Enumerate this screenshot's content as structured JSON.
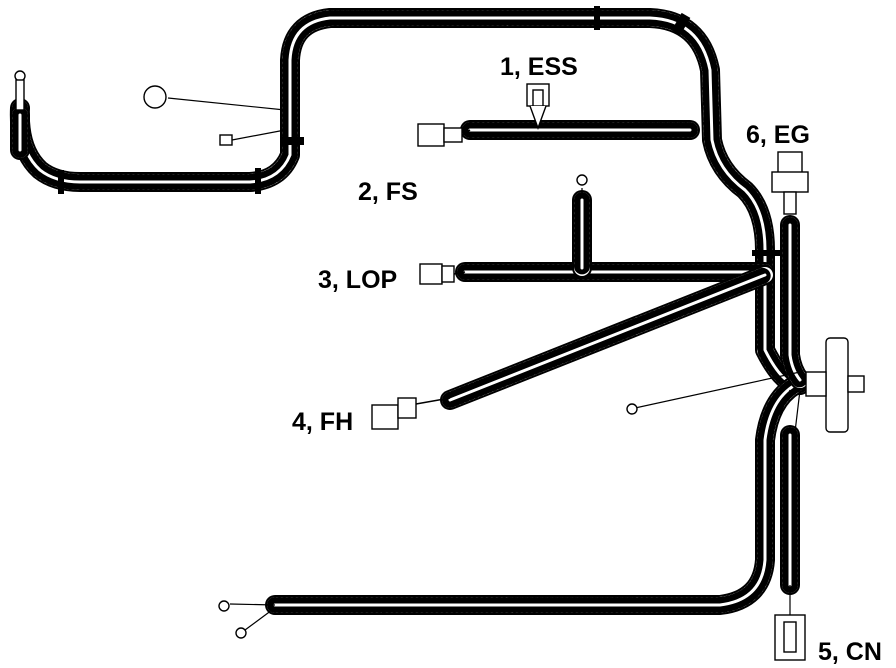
{
  "labels": {
    "ess": "1, ESS",
    "fs": "2, FS",
    "lop": "3, LOP",
    "fh": "4, FH",
    "cn": "5, CN",
    "eg": "6, EG"
  },
  "colors": {
    "ink": "#000000",
    "paper": "#ffffff"
  }
}
